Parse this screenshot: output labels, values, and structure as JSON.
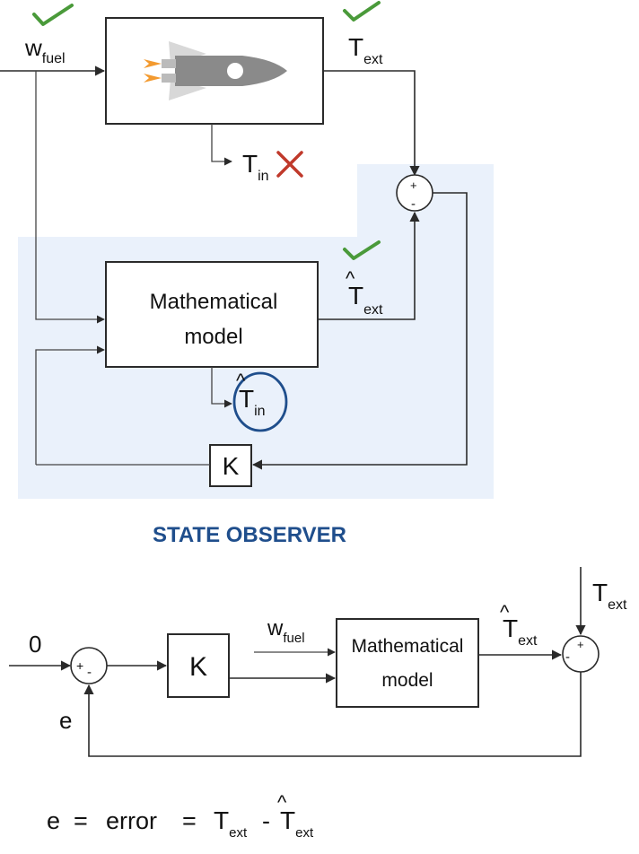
{
  "top_diagram": {
    "input_w": "w",
    "input_w_sub": "fuel",
    "output_T": "T",
    "output_T_sub": "ext",
    "internal_T": "T",
    "internal_T_sub": "in",
    "sum_plus": "+",
    "sum_minus": "-",
    "model_line1": "Mathematical",
    "model_line2": "model",
    "est_T": "T",
    "est_T_sub": "ext",
    "est_hat": "^",
    "est_in_T": "T",
    "est_in_sub": "in",
    "gain": "K",
    "observer_title": "STATE OBSERVER",
    "check_color": "#4a9a3a",
    "cross_color": "#c0392b",
    "shade_color": "#eaf1fb",
    "title_color": "#1f4e8c",
    "circle_color": "#1f4e8c"
  },
  "bottom_diagram": {
    "reference": "0",
    "sum_plus": "+",
    "sum_minus": "-",
    "gain": "K",
    "input_w": "w",
    "input_w_sub": "fuel",
    "model_line1": "Mathematical",
    "model_line2": "model",
    "est_T": "T",
    "est_T_sub": "ext",
    "meas_T": "T",
    "meas_T_sub": "ext",
    "sum2_plus": "+",
    "sum2_minus": "-",
    "error_label": "e"
  },
  "equation": {
    "lhs": "e",
    "eq1": "=",
    "word": "error",
    "eq2": "=",
    "T1": "T",
    "T1_sub": "ext",
    "minus": "-",
    "T2": "T",
    "T2_sub": "ext"
  }
}
